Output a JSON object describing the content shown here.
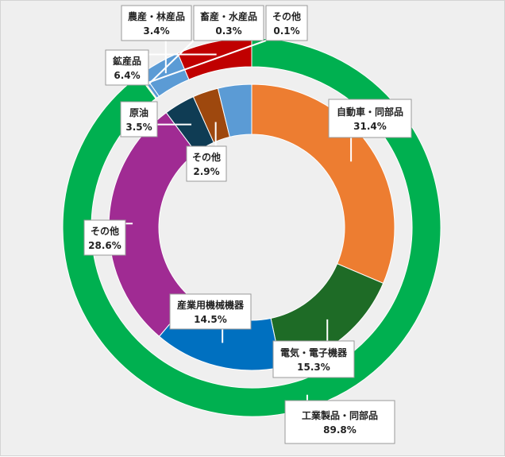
{
  "chart_data": {
    "type": "pie",
    "variant": "double-donut",
    "title": "",
    "outer_ring": [
      {
        "label": "工業製品・同部品",
        "value": 89.8,
        "pct_label": "89.8%",
        "color": "#00b050"
      },
      {
        "label": "その他",
        "value": 0.1,
        "pct_label": "0.1%",
        "color": "#ffff66"
      },
      {
        "label": "畜産・水産品",
        "value": 0.3,
        "pct_label": "0.3%",
        "color": "#5b9bd5"
      },
      {
        "label": "農産・林産品",
        "value": 3.4,
        "pct_label": "3.4%",
        "color": "#5b9bd5"
      },
      {
        "label": "鉱産品",
        "value": 6.4,
        "pct_label": "6.4%",
        "color": "#c00000"
      }
    ],
    "inner_ring": [
      {
        "label": "自動車・同部品",
        "value": 31.4,
        "pct_label": "31.4%",
        "color": "#ed7d31"
      },
      {
        "label": "電気・電子機器",
        "value": 15.3,
        "pct_label": "15.3%",
        "color": "#1e6b26"
      },
      {
        "label": "産業用機械機器",
        "value": 14.5,
        "pct_label": "14.5%",
        "color": "#0070c0"
      },
      {
        "label": "その他",
        "value": 28.6,
        "pct_label": "28.6%",
        "color": "#a02b93"
      },
      {
        "label": "原油",
        "value": 3.5,
        "pct_label": "3.5%",
        "color": "#0f3c54"
      },
      {
        "label": "その他",
        "value": 2.9,
        "pct_label": "2.9%",
        "color": "#9e480e"
      },
      {
        "label": "",
        "value": 3.8,
        "pct_label": "",
        "color": "#5b9bd5"
      }
    ]
  }
}
